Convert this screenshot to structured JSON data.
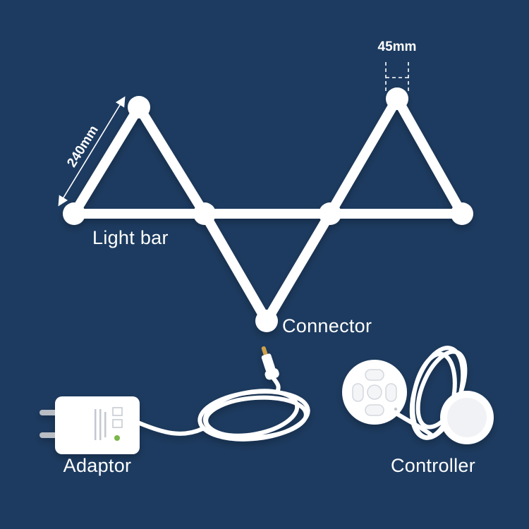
{
  "scene": {
    "background_color": "#1d3b60",
    "product_color": "#ffffff",
    "accent_gold": "#cfa14a"
  },
  "labels": {
    "light_bar": "Light bar",
    "connector": "Connector",
    "adaptor": "Adaptor",
    "controller": "Controller"
  },
  "annotations": {
    "bar_length_label": "240mm",
    "connector_width_label": "45mm"
  }
}
